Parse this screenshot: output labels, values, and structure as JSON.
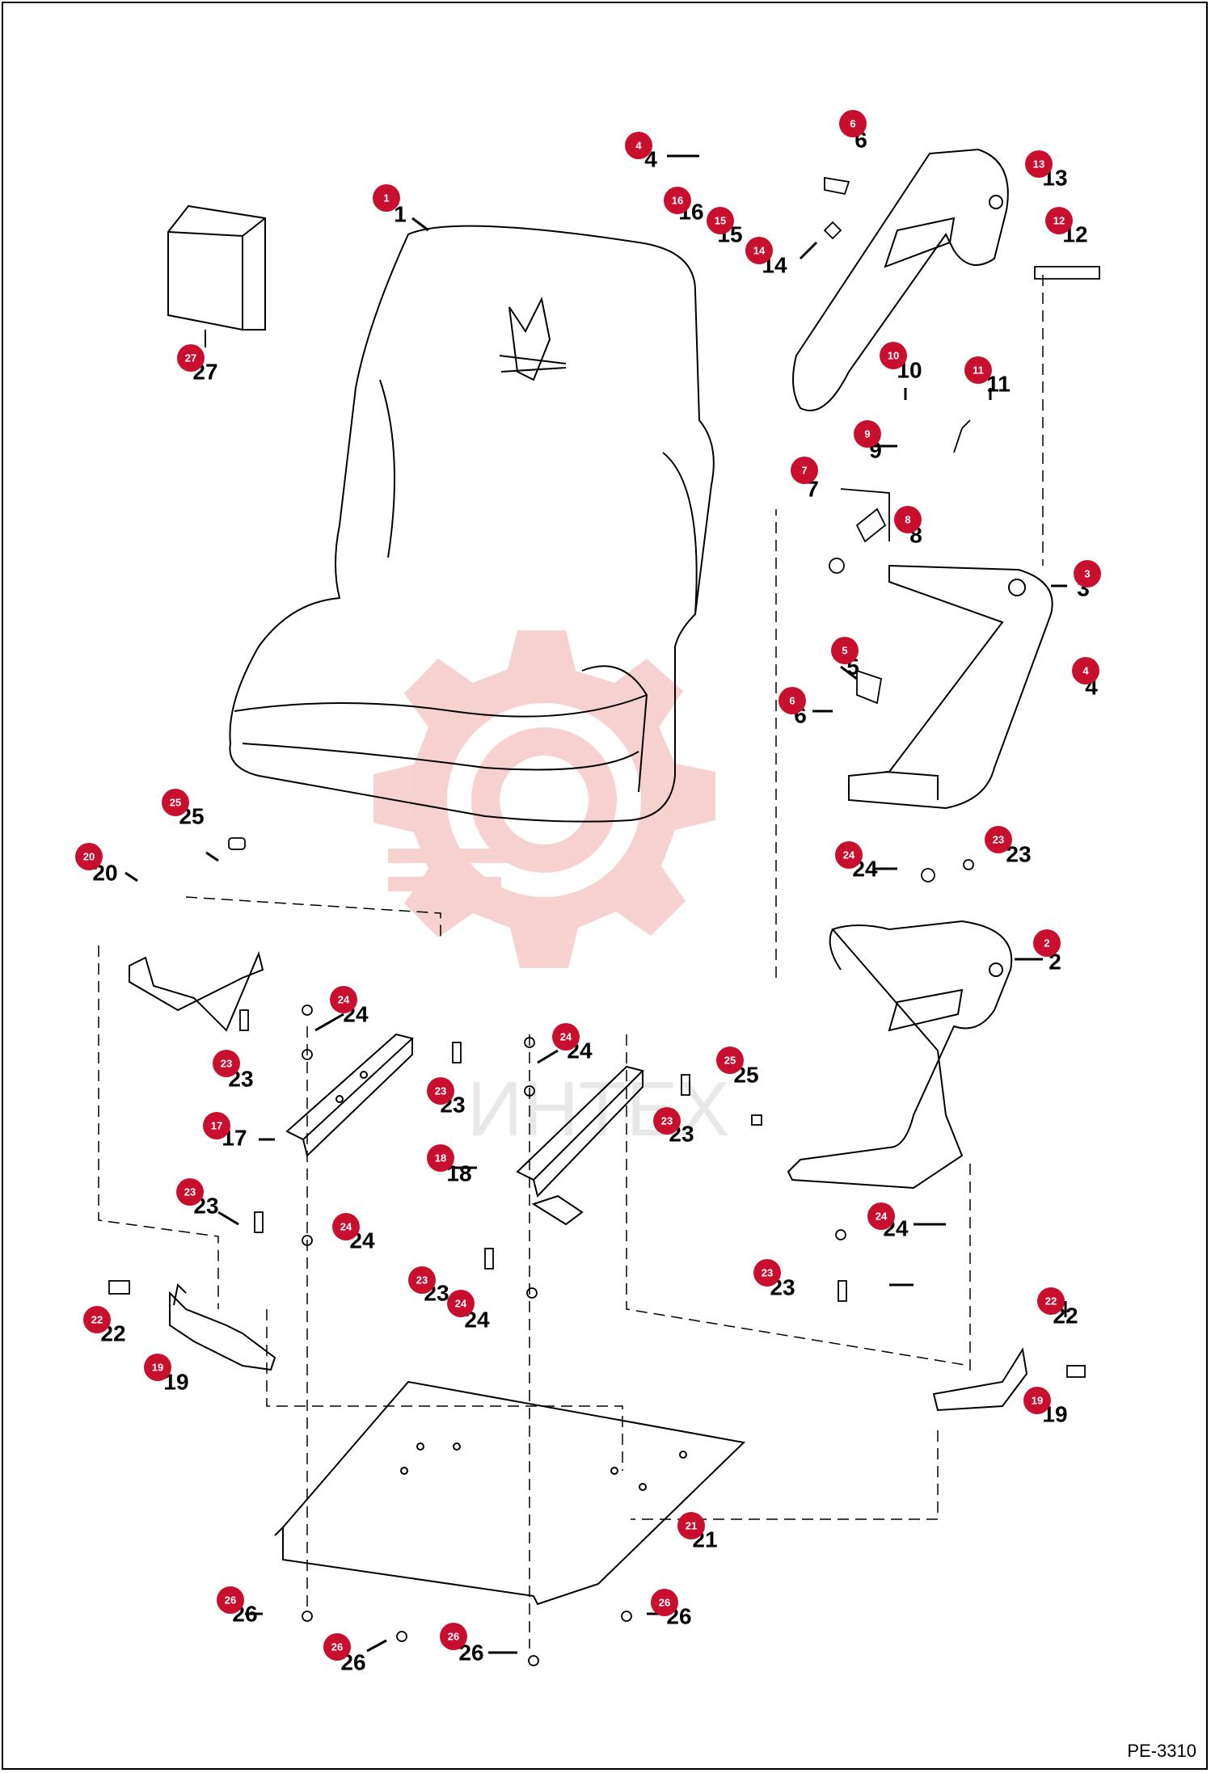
{
  "drawing_code": "PE-3310",
  "watermark_text": "ИНТЕХ",
  "colors": {
    "callout": "#c8102e",
    "watermark": "#f5c4c4",
    "line": "#000000"
  },
  "parts": [
    {
      "id": "part-1",
      "num": "1"
    },
    {
      "id": "part-2",
      "num": "2"
    },
    {
      "id": "part-3",
      "num": "3"
    },
    {
      "id": "part-4a",
      "num": "4"
    },
    {
      "id": "part-4b",
      "num": "4"
    },
    {
      "id": "part-5",
      "num": "5"
    },
    {
      "id": "part-6a",
      "num": "6"
    },
    {
      "id": "part-6b",
      "num": "6"
    },
    {
      "id": "part-7",
      "num": "7"
    },
    {
      "id": "part-8",
      "num": "8"
    },
    {
      "id": "part-9",
      "num": "9"
    },
    {
      "id": "part-10",
      "num": "10"
    },
    {
      "id": "part-11",
      "num": "11"
    },
    {
      "id": "part-12",
      "num": "12"
    },
    {
      "id": "part-13",
      "num": "13"
    },
    {
      "id": "part-14",
      "num": "14"
    },
    {
      "id": "part-15",
      "num": "15"
    },
    {
      "id": "part-16",
      "num": "16"
    },
    {
      "id": "part-17",
      "num": "17"
    },
    {
      "id": "part-18",
      "num": "18"
    },
    {
      "id": "part-19a",
      "num": "19"
    },
    {
      "id": "part-19b",
      "num": "19"
    },
    {
      "id": "part-20",
      "num": "20"
    },
    {
      "id": "part-21",
      "num": "21"
    },
    {
      "id": "part-22a",
      "num": "22"
    },
    {
      "id": "part-22b",
      "num": "22"
    },
    {
      "id": "part-23a",
      "num": "23"
    },
    {
      "id": "part-23b",
      "num": "23"
    },
    {
      "id": "part-23c",
      "num": "23"
    },
    {
      "id": "part-23d",
      "num": "23"
    },
    {
      "id": "part-23e",
      "num": "23"
    },
    {
      "id": "part-23f",
      "num": "23"
    },
    {
      "id": "part-23g",
      "num": "23"
    },
    {
      "id": "part-24a",
      "num": "24"
    },
    {
      "id": "part-24b",
      "num": "24"
    },
    {
      "id": "part-24c",
      "num": "24"
    },
    {
      "id": "part-24d",
      "num": "24"
    },
    {
      "id": "part-24e",
      "num": "24"
    },
    {
      "id": "part-24f",
      "num": "24"
    },
    {
      "id": "part-25a",
      "num": "25"
    },
    {
      "id": "part-25b",
      "num": "25"
    },
    {
      "id": "part-26a",
      "num": "26"
    },
    {
      "id": "part-26b",
      "num": "26"
    },
    {
      "id": "part-26c",
      "num": "26"
    },
    {
      "id": "part-26d",
      "num": "26"
    },
    {
      "id": "part-27",
      "num": "27"
    }
  ]
}
